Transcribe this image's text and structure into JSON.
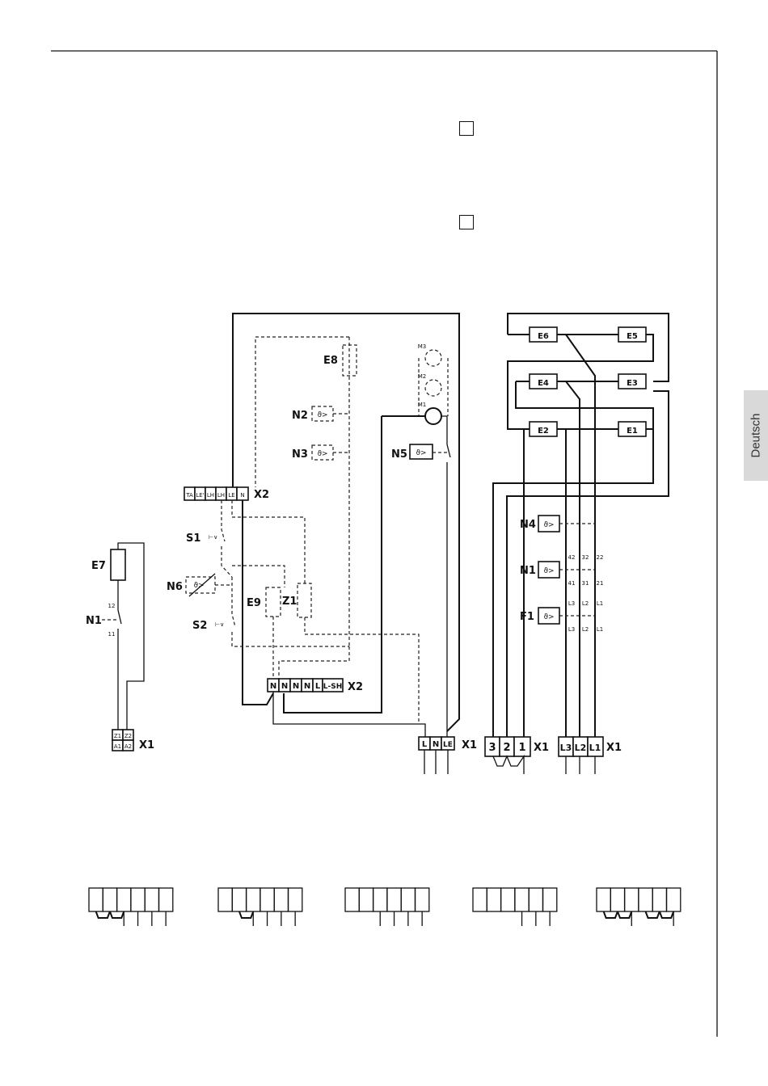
{
  "side_tab": {
    "label": "Deutsch"
  },
  "diagram": {
    "x2_top": {
      "name": "X2",
      "cells": [
        "TA",
        "LE'",
        "LH",
        "LH",
        "LE",
        "N"
      ]
    },
    "x2_bottom": {
      "name": "X2",
      "cells": [
        "N",
        "N",
        "N",
        "N",
        "L",
        "L-SH"
      ]
    },
    "x1_left": {
      "name": "X1",
      "top": [
        "Z1",
        "Z2"
      ],
      "bottom": [
        "A1",
        "A2"
      ]
    },
    "x1_center": {
      "name": "X1",
      "cells": [
        "L",
        "N",
        "LE"
      ]
    },
    "x1_right_a": {
      "name": "X1",
      "cells": [
        "3",
        "2",
        "1"
      ]
    },
    "x1_right_b": {
      "name": "X1",
      "cells": [
        "L3",
        "L2",
        "L1"
      ]
    },
    "components": {
      "E1": "E1",
      "E2": "E2",
      "E3": "E3",
      "E4": "E4",
      "E5": "E5",
      "E6": "E6",
      "E7": "E7",
      "E8": "E8",
      "E9": "E9",
      "N1": "N1",
      "N1b": "N1",
      "N2": "N2",
      "N3": "N3",
      "N4": "N4",
      "N5": "N5",
      "N6": "N6",
      "M1": "M1",
      "M2": "M2",
      "M3": "M3",
      "S1": "S1",
      "S2": "S2",
      "Z1": "Z1",
      "F1": "F1"
    },
    "thermo_symbol": "ϑ>",
    "contacts": {
      "n1_left_top": "12",
      "n1_left_bottom": "11",
      "n1_top": [
        "42",
        "32",
        "22"
      ],
      "n1_bottom": [
        "41",
        "31",
        "21"
      ],
      "f1_top": [
        "L3",
        "L2",
        "L1"
      ],
      "f1_bottom": [
        "L3",
        "L2",
        "L1"
      ]
    }
  }
}
